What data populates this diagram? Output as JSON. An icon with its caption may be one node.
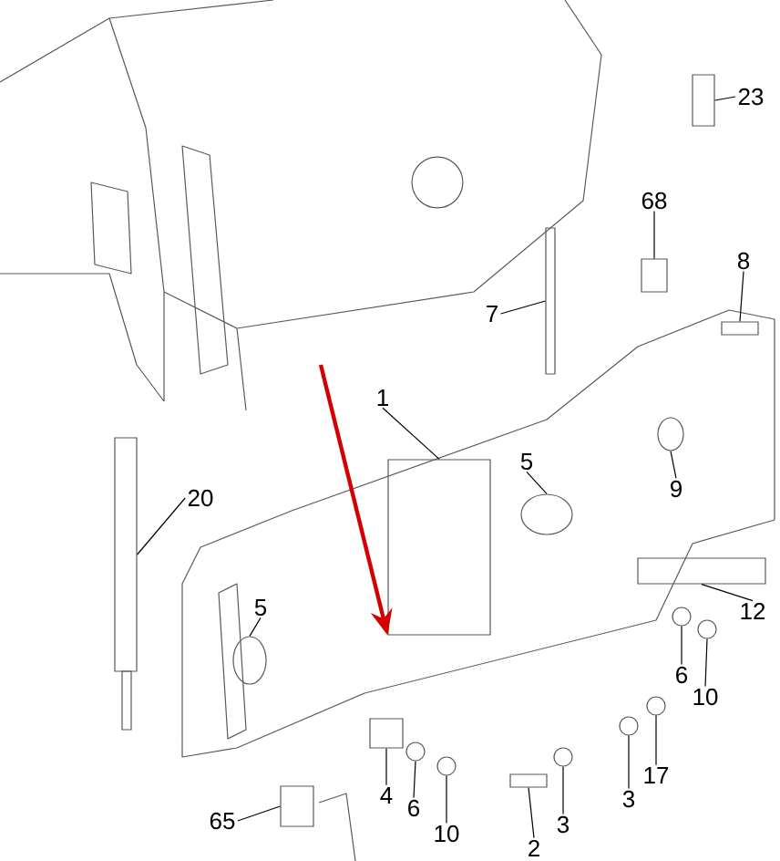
{
  "diagram": {
    "nodes": [
      {
        "text": [
          "23"
        ]
      },
      {
        "text": [
          "68"
        ]
      },
      {
        "text": [
          "8"
        ]
      },
      {
        "text": [
          "7"
        ]
      },
      {
        "text": [
          "1"
        ]
      },
      {
        "text": [
          "5"
        ]
      },
      {
        "text": [
          "9"
        ]
      },
      {
        "text": [
          "20"
        ]
      },
      {
        "text": [
          "12"
        ]
      },
      {
        "text": [
          "5"
        ]
      },
      {
        "text": [
          "6"
        ]
      },
      {
        "text": [
          "10"
        ]
      },
      {
        "text": [
          "4"
        ]
      },
      {
        "text": [
          "6"
        ]
      },
      {
        "text": [
          "10"
        ]
      },
      {
        "text": [
          "3"
        ]
      },
      {
        "text": [
          "17"
        ]
      },
      {
        "text": [
          "2"
        ]
      },
      {
        "text": [
          "3"
        ]
      },
      {
        "text": [
          "65"
        ]
      },
      {
        "text": [],
        "shape": "box"
      },
      {
        "text": [],
        "shape": "box"
      },
      {
        "text": [],
        "shape": "box"
      },
      {
        "text": [],
        "shape": "box"
      },
      {
        "text": [],
        "shape": "box"
      },
      {
        "text": [],
        "shape": "ellipse"
      },
      {
        "text": [],
        "shape": "ellipse"
      },
      {
        "text": [],
        "shape": "box"
      },
      {
        "text": [],
        "shape": "box"
      },
      {
        "text": [],
        "shape": "ellipse"
      },
      {
        "text": [],
        "shape": "circle"
      },
      {
        "text": [],
        "shape": "circle"
      },
      {
        "text": [],
        "shape": "box"
      },
      {
        "text": [],
        "shape": "circle"
      },
      {
        "text": [],
        "shape": "circle"
      },
      {
        "text": [],
        "shape": "circle"
      },
      {
        "text": [],
        "shape": "circle"
      },
      {
        "text": [],
        "shape": "box"
      },
      {
        "text": [],
        "shape": "circle"
      },
      {
        "text": [],
        "shape": "box"
      }
    ],
    "edges": [
      {
        "from": 0,
        "to": 20,
        "arrow": "none"
      },
      {
        "from": 1,
        "to": 21,
        "arrow": "none"
      },
      {
        "from": 2,
        "to": 22,
        "arrow": "none"
      },
      {
        "from": 3,
        "to": 23,
        "arrow": "none"
      },
      {
        "from": 4,
        "to": 24,
        "arrow": "none"
      },
      {
        "from": 5,
        "to": 25,
        "arrow": "none"
      },
      {
        "from": 6,
        "to": 26,
        "arrow": "none"
      },
      {
        "from": 7,
        "to": 27,
        "arrow": "none"
      },
      {
        "from": 8,
        "to": 28,
        "arrow": "none"
      },
      {
        "from": 9,
        "to": 29,
        "arrow": "none"
      },
      {
        "from": 10,
        "to": 30,
        "arrow": "none"
      },
      {
        "from": 11,
        "to": 31,
        "arrow": "none"
      },
      {
        "from": 12,
        "to": 32,
        "arrow": "none"
      },
      {
        "from": 13,
        "to": 33,
        "arrow": "none"
      },
      {
        "from": 14,
        "to": 34,
        "arrow": "none"
      },
      {
        "from": 15,
        "to": 35,
        "arrow": "none"
      },
      {
        "from": 16,
        "to": 36,
        "arrow": "none"
      },
      {
        "from": 17,
        "to": 37,
        "arrow": "none"
      },
      {
        "from": 18,
        "to": 38,
        "arrow": "none"
      },
      {
        "from": 19,
        "to": 39,
        "arrow": "none"
      },
      {
        "from": null,
        "to": 24,
        "arrow": "to",
        "style": "thick",
        "color": "#d40000"
      }
    ]
  }
}
